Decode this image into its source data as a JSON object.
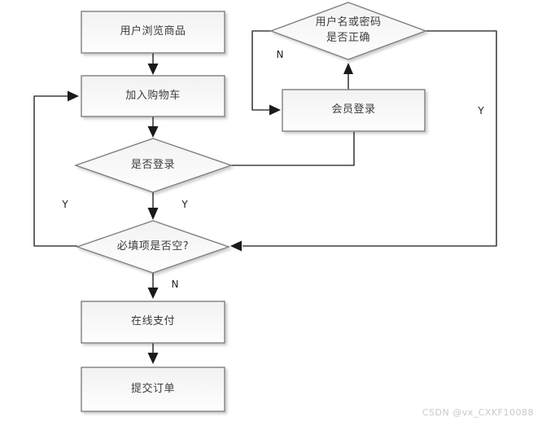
{
  "diagram": {
    "type": "flowchart",
    "nodes": [
      {
        "id": "browse",
        "type": "process",
        "label": "用户浏览商品"
      },
      {
        "id": "add-to-cart",
        "type": "process",
        "label": "加入购物车"
      },
      {
        "id": "is-logged-in",
        "type": "decision",
        "label": "是否登录"
      },
      {
        "id": "member-login",
        "type": "process",
        "label": "会员登录"
      },
      {
        "id": "credentials-correct",
        "type": "decision",
        "label": "用户名或密码\n是否正确"
      },
      {
        "id": "required-fields-empty",
        "type": "decision",
        "label": "必填项是否空?"
      },
      {
        "id": "online-payment",
        "type": "process",
        "label": "在线支付"
      },
      {
        "id": "submit-order",
        "type": "process",
        "label": "提交订单"
      }
    ],
    "edge_labels": [
      {
        "edge": "credentials-correct-no",
        "text": "N"
      },
      {
        "edge": "credentials-correct-yes",
        "text": "Y"
      },
      {
        "edge": "required-empty-yes-feedback",
        "text": "Y"
      },
      {
        "edge": "is-logged-in-yes",
        "text": "Y"
      },
      {
        "edge": "required-empty-no",
        "text": "N"
      }
    ],
    "edges": [
      "browse -> add-to-cart",
      "add-to-cart -> is-logged-in",
      "is-logged-in -> member-login",
      "member-login -> credentials-correct",
      "credentials-correct -N-> member-login",
      "credentials-correct -Y-> required-fields-empty",
      "is-logged-in -Y-> required-fields-empty",
      "required-fields-empty -Y-> add-to-cart",
      "required-fields-empty -N-> online-payment",
      "online-payment -> submit-order"
    ]
  },
  "watermark": {
    "text": "CSDN @vx_CXKF10088"
  },
  "colors": {
    "edge": "#404040",
    "arrowhead": "#1a1a1a",
    "shape_border": "#7f7f7f",
    "shape_fill_top": "#f2f2f2",
    "shape_fill_bottom": "#fefefe",
    "node_text": "#3d3d3d",
    "watermark_text": "#c9c9c9"
  }
}
